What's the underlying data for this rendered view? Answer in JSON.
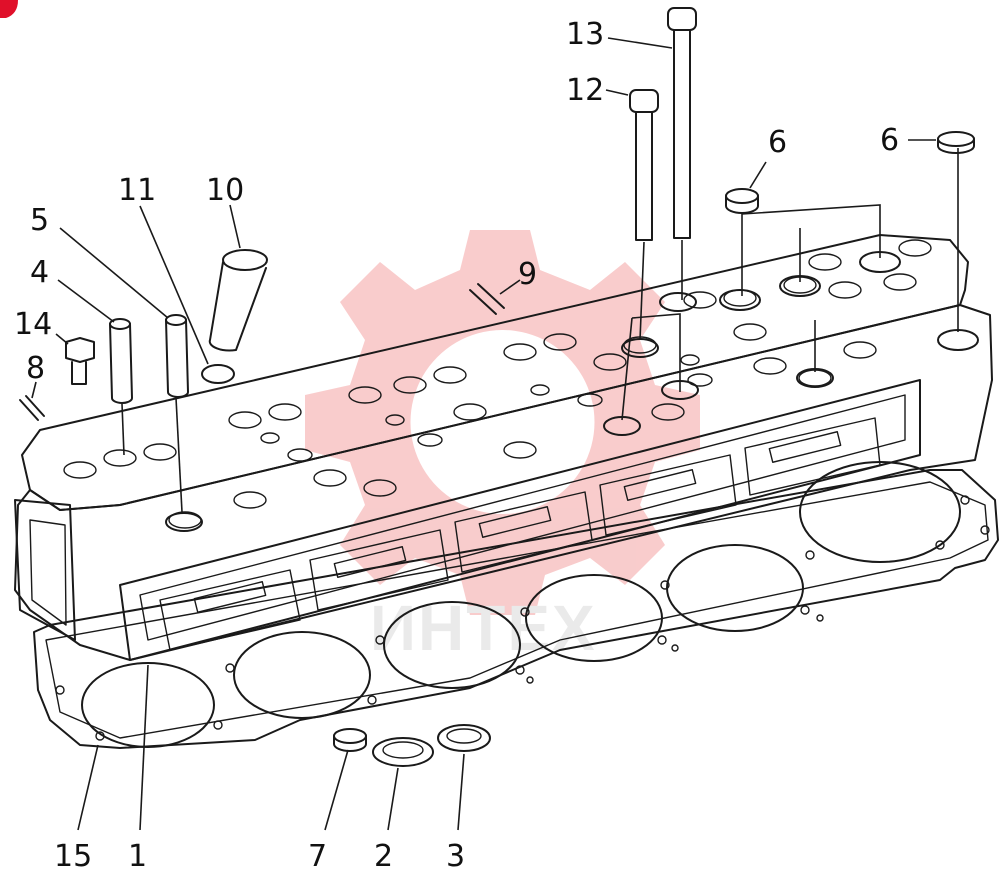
{
  "diagram": {
    "callouts": [
      {
        "id": "1",
        "text": "1"
      },
      {
        "id": "2",
        "text": "2"
      },
      {
        "id": "3",
        "text": "3"
      },
      {
        "id": "4",
        "text": "4"
      },
      {
        "id": "5",
        "text": "5"
      },
      {
        "id": "6a",
        "text": "6"
      },
      {
        "id": "6b",
        "text": "6"
      },
      {
        "id": "7",
        "text": "7"
      },
      {
        "id": "8",
        "text": "8"
      },
      {
        "id": "9",
        "text": "9"
      },
      {
        "id": "10",
        "text": "10"
      },
      {
        "id": "11",
        "text": "11"
      },
      {
        "id": "12",
        "text": "12"
      },
      {
        "id": "13",
        "text": "13"
      },
      {
        "id": "14",
        "text": "14"
      },
      {
        "id": "15",
        "text": "15"
      }
    ],
    "watermark": {
      "text": "ИНТЕХ",
      "color": "#f08a8a"
    },
    "colors": {
      "ink": "#1a1a1a",
      "corner_mark": "#e0102a"
    }
  }
}
